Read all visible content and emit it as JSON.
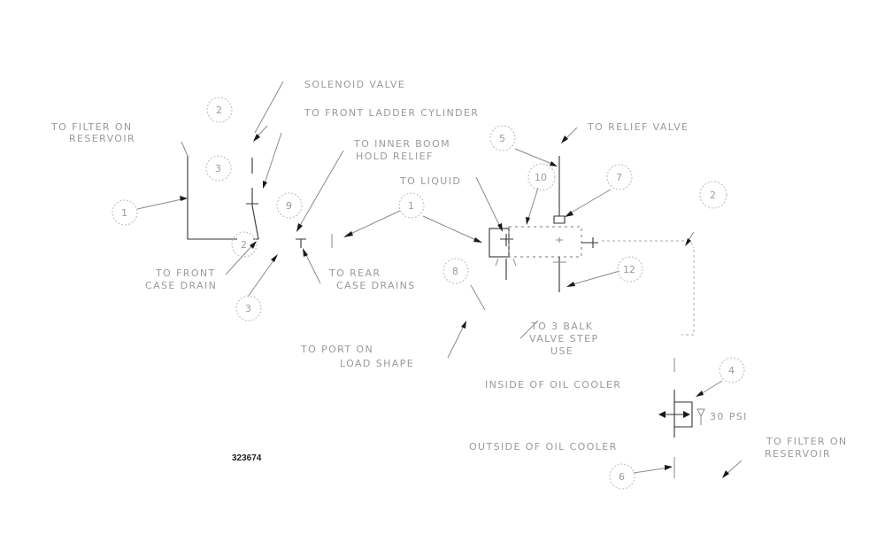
{
  "figure_id": "323674",
  "labels": {
    "solenoid_valve": "SOLENOID VALVE",
    "front_ladder_cylinder": "TO FRONT LADDER CYLINDER",
    "filter_on_reservoir_left_1": "TO FILTER ON",
    "filter_on_reservoir_left_2": "RESERVOIR",
    "relief_valve": "TO RELIEF VALVE",
    "inner_boom_1": "TO INNER BOOM",
    "inner_boom_2": "HOLD RELIEF",
    "to_liquid": "TO LIQUID",
    "frt_case_drain_1": "TO FRONT",
    "frt_case_drain_2": "CASE DRAIN",
    "rear_drains_1": "TO REAR",
    "rear_drains_2": "CASE DRAINS",
    "port_1": "TO PORT ON",
    "port_2": "LOAD SHAPE",
    "check_back_1": "TO 3 BALK",
    "check_back_2": "VALVE STEP",
    "check_back_3": "USE",
    "inside_cooler": "INSIDE OF OIL COOLER",
    "outside_cooler": "OUTSIDE OF OIL COOLER",
    "psi": "30 PSI",
    "filter_on_reservoir_right_1": "TO FILTER ON",
    "filter_on_reservoir_right_2": "RESERVOIR"
  },
  "callouts": [
    "2",
    "3",
    "1",
    "9",
    "2",
    "5",
    "3",
    "1",
    "10",
    "7",
    "8",
    "12",
    "2",
    "4",
    "6"
  ]
}
